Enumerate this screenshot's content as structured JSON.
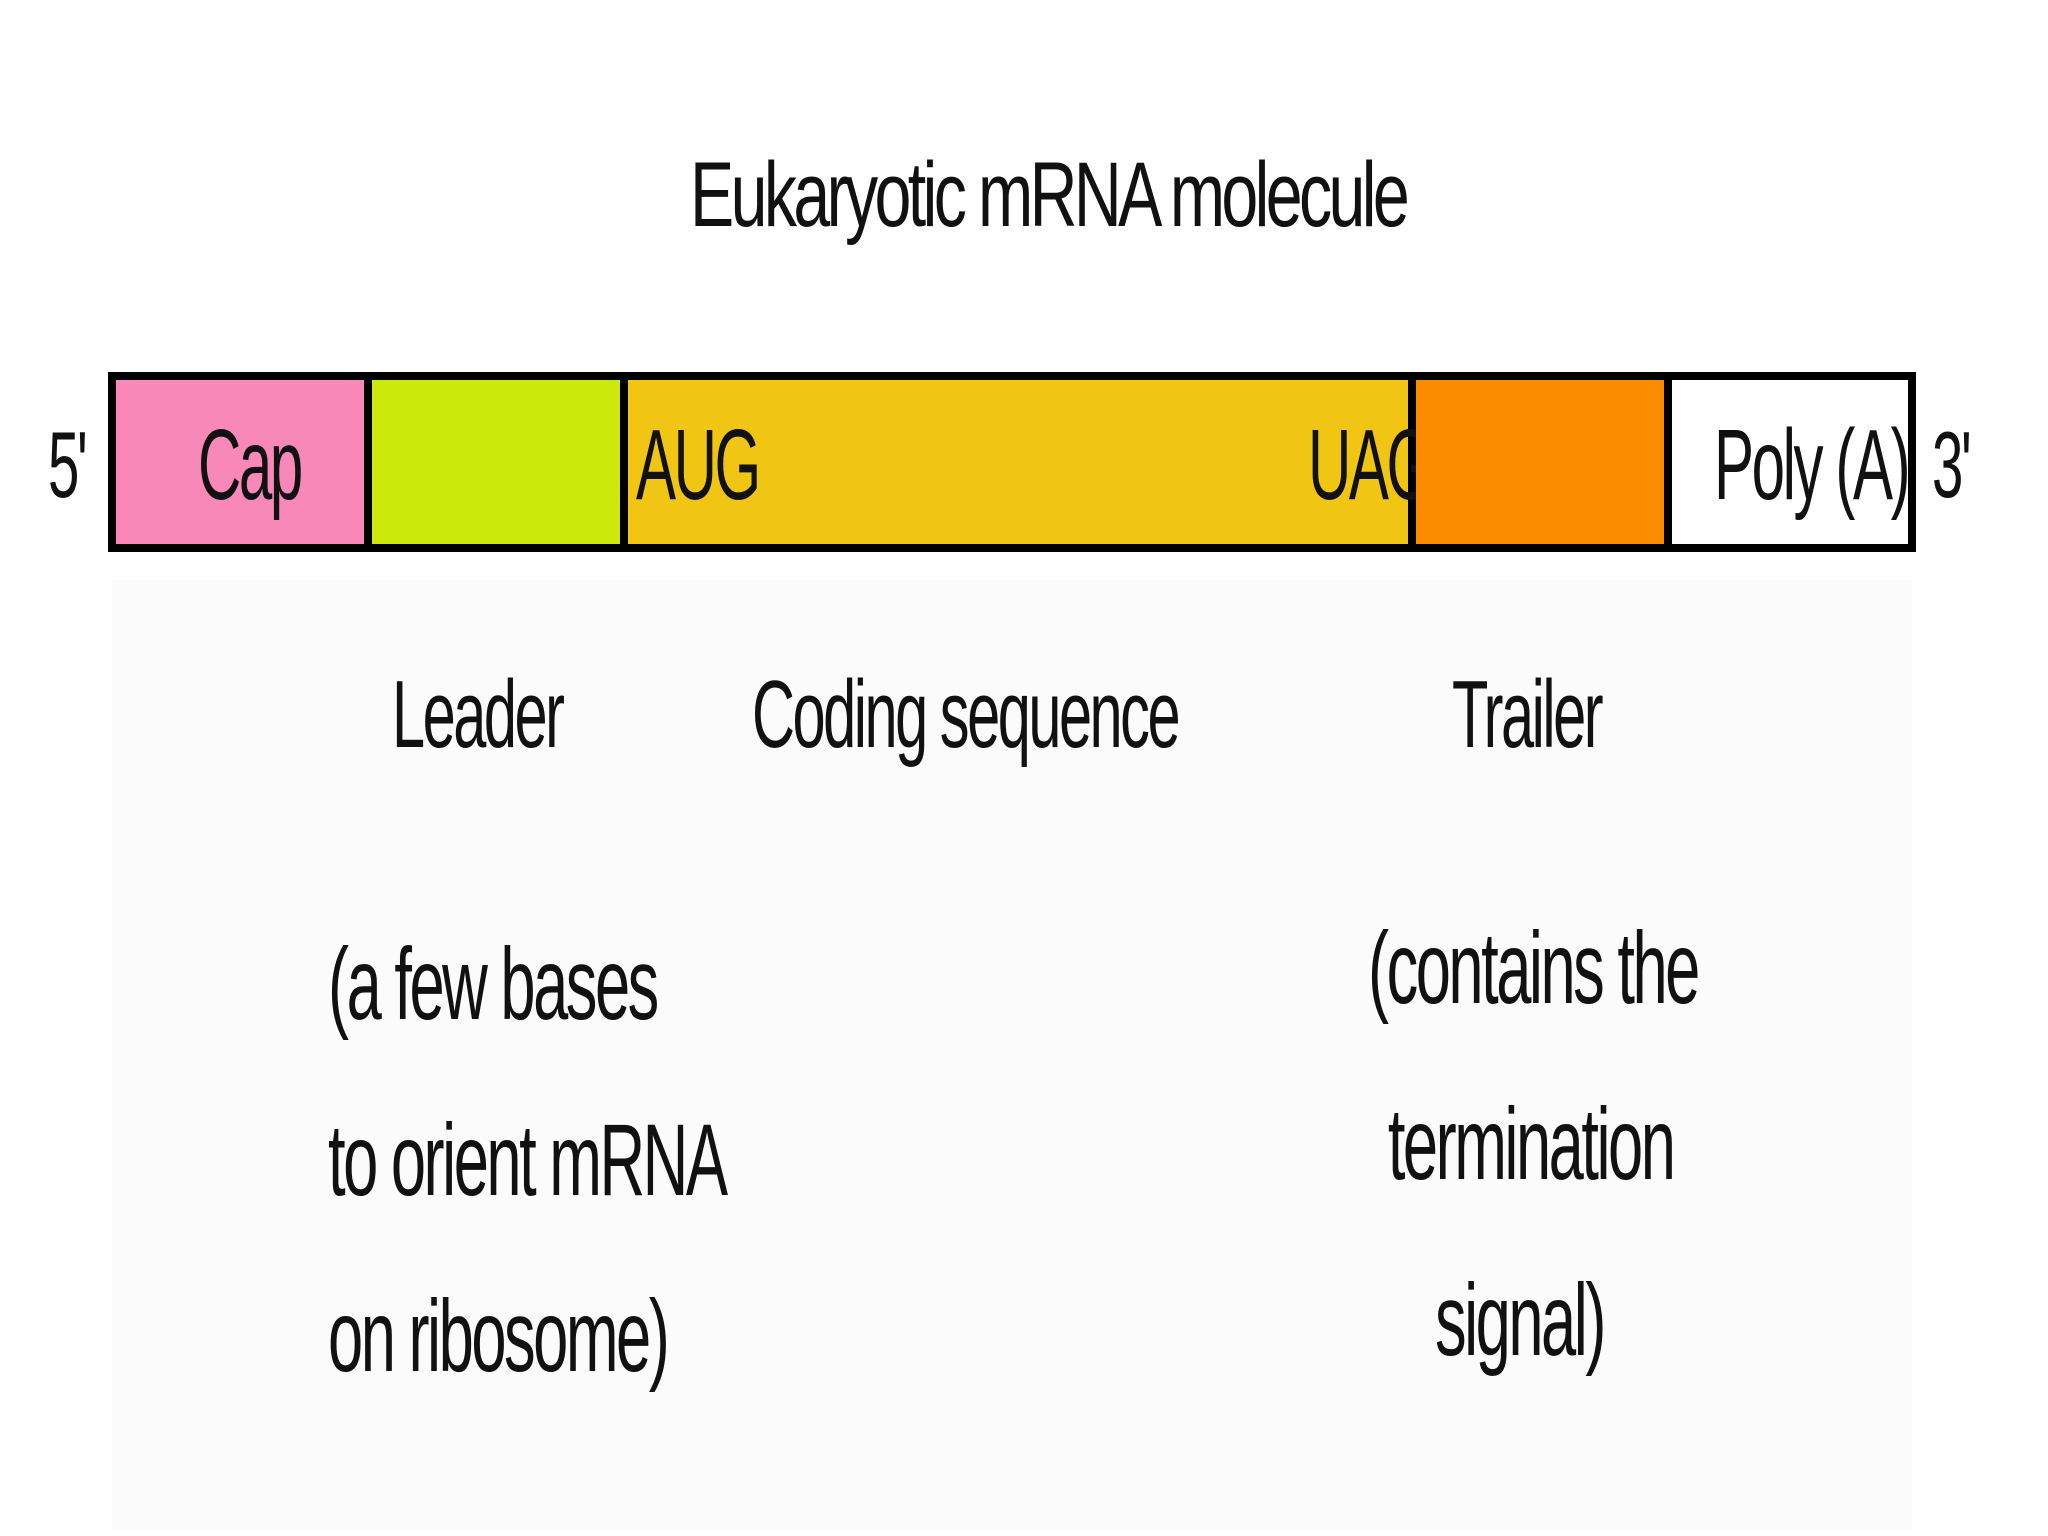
{
  "title": "Eukaryotic mRNA molecule",
  "ends": {
    "five_prime": "5'",
    "three_prime": "3'"
  },
  "molecule": {
    "cap": "Cap",
    "start_codon": "AUG",
    "stop_codon": "UAG",
    "poly_a": "Poly (A)"
  },
  "regions": {
    "leader": "Leader",
    "coding": "Coding sequence",
    "trailer": "Trailer"
  },
  "notes": {
    "leader": [
      "(a few bases",
      "to orient mRNA",
      "on ribosome)"
    ],
    "trailer": [
      "(contains the",
      "termination",
      "signal)"
    ]
  },
  "colors": {
    "cap": "#f788b7",
    "leader": "#cce80c",
    "coding": "#f0c514",
    "trailer": "#fb8c00",
    "poly_a": "#ffffff",
    "border": "#000000"
  }
}
